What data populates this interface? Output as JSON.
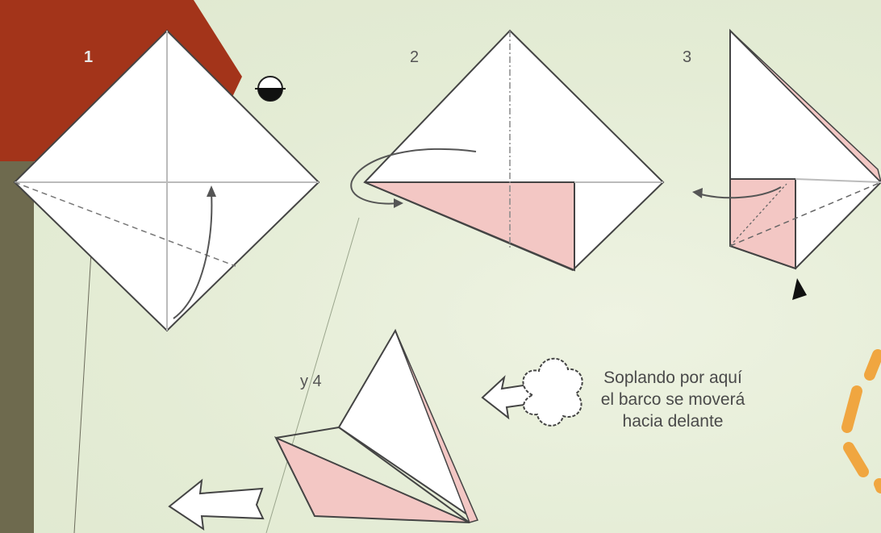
{
  "steps": {
    "one": "1",
    "two": "2",
    "three": "3",
    "four": "y 4"
  },
  "caption": {
    "line1": "Soplando por aquí",
    "line2": "el barco se moverá",
    "line3": "hacia delante"
  },
  "colors": {
    "background": "#e7efd9",
    "accent_red": "#a3341a",
    "left_bar": "#6e6a4e",
    "paper_pink": "#f3c7c4",
    "line": "#333333",
    "accent_orange": "#f0a640"
  },
  "icons": [
    "turn-over-icon",
    "fold-arrow-icon",
    "push-in-arrow-icon",
    "wind-cloud-icon",
    "direction-arrow-icon"
  ]
}
